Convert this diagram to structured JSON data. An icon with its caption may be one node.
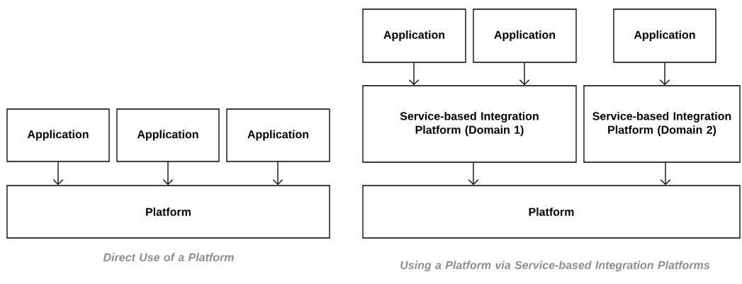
{
  "diagram": {
    "nodes": [
      {
        "text": [
          "Application"
        ]
      },
      {
        "text": [
          "Application"
        ]
      },
      {
        "text": [
          "Application"
        ]
      },
      {
        "text": [
          "Platform"
        ]
      },
      {
        "text": [
          "Application"
        ]
      },
      {
        "text": [
          "Application"
        ]
      },
      {
        "text": [
          "Application"
        ]
      },
      {
        "text": [
          "Service-based Integration Platform (Domain 1)"
        ]
      },
      {
        "text": [
          "Service-based Integration Platform (Domain 2)"
        ]
      },
      {
        "text": [
          "Platform"
        ]
      }
    ],
    "edges": [
      {
        "from": 0,
        "to": 3,
        "arrow": "to"
      },
      {
        "from": 1,
        "to": 3,
        "arrow": "to"
      },
      {
        "from": 2,
        "to": 3,
        "arrow": "to"
      },
      {
        "from": 4,
        "to": 7,
        "arrow": "to"
      },
      {
        "from": 5,
        "to": 7,
        "arrow": "to"
      },
      {
        "from": 6,
        "to": 8,
        "arrow": "to"
      },
      {
        "from": 7,
        "to": 9,
        "arrow": "to"
      },
      {
        "from": 8,
        "to": 9,
        "arrow": "to"
      }
    ],
    "labels": [
      "Direct Use of a Platform",
      "Using a Platform via Service-based Integration Platforms"
    ]
  }
}
